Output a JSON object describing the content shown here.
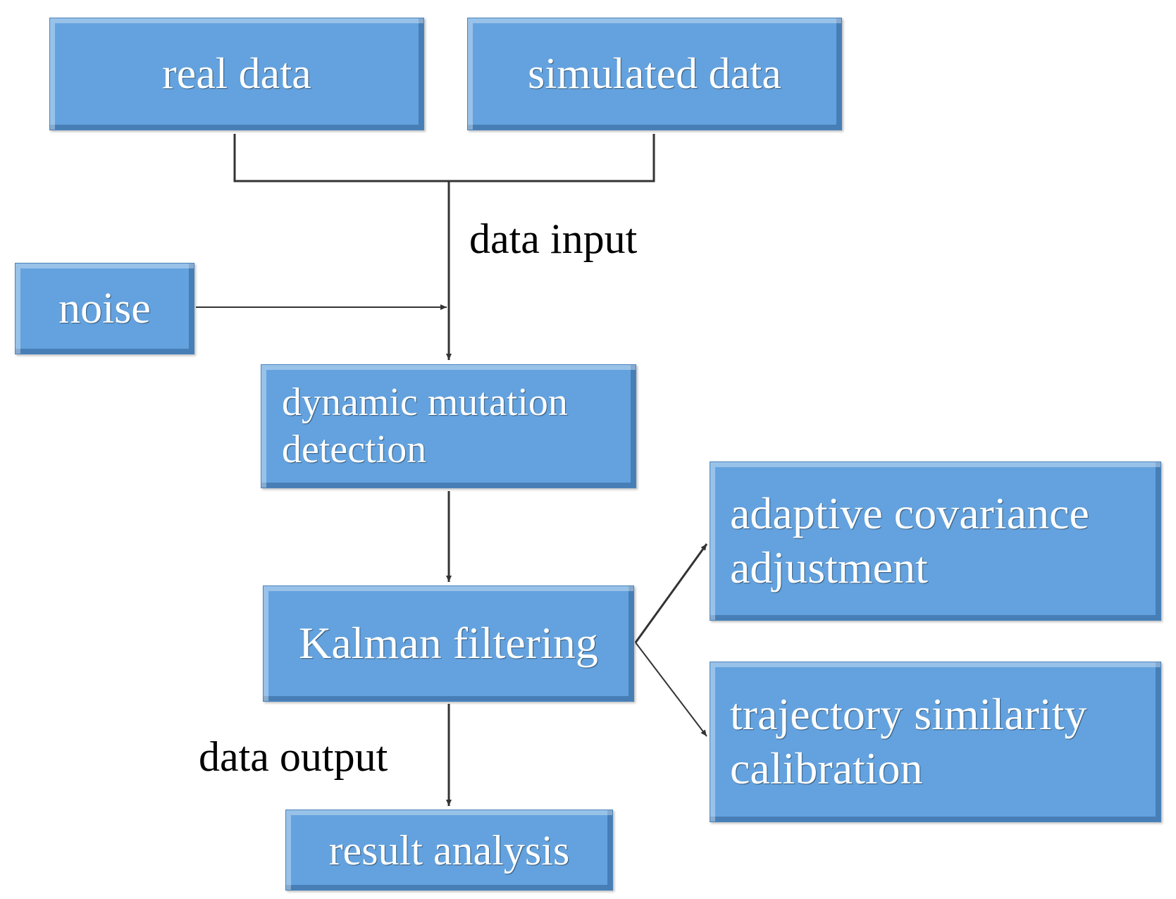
{
  "nodes": {
    "real_data": "real data",
    "simulated_data": "simulated data",
    "noise": "noise",
    "dynamic_mutation_detection": [
      "dynamic mutation",
      "detection"
    ],
    "kalman_filtering": "Kalman filtering",
    "adaptive_covariance_adjustment": [
      "adaptive covariance",
      "adjustment"
    ],
    "trajectory_similarity_calibration": [
      "trajectory similarity",
      "calibration"
    ],
    "result_analysis": "result analysis"
  },
  "edge_labels": {
    "data_input": "data input",
    "data_output": "data output"
  },
  "colors": {
    "box_fill": "#63a2de",
    "box_border": "#4a84bd",
    "box_text": "#ffffff",
    "connector": "#333333"
  }
}
